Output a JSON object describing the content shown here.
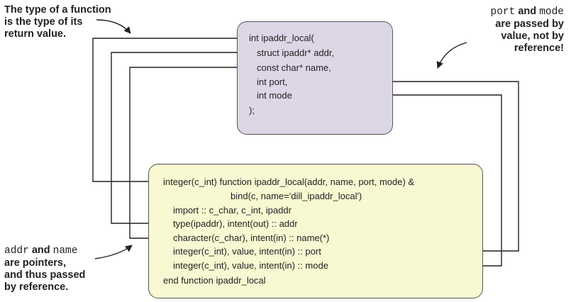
{
  "c_code": {
    "line1": "int ipaddr_local(",
    "line2": "struct ipaddr* addr,",
    "line3": "const char* name,",
    "line4": "int port,",
    "line5": "int mode",
    "line6": ");"
  },
  "fortran_code": {
    "line1": "integer(c_int) function ipaddr_local(addr, name, port, mode) &",
    "line2": "bind(c, name='dill_ipaddr_local')",
    "line3": "import :: c_char, c_int, ipaddr",
    "line4": "type(ipaddr), intent(out) :: addr",
    "line5": "character(c_char), intent(in) :: name(*)",
    "line6": "integer(c_int), value, intent(in) :: port",
    "line7": "integer(c_int), value, intent(in) :: mode",
    "line8": "end function ipaddr_local"
  },
  "notes": {
    "top_left": [
      "The type of a function",
      "is the type of its",
      "return value."
    ],
    "top_right": {
      "mono1": "port",
      "text1": " and ",
      "mono2": "mode",
      "rest": [
        "are passed by",
        "value, not by",
        "reference!"
      ]
    },
    "bottom_left": {
      "mono1": "addr",
      "text1": " and ",
      "mono2": "name",
      "rest": [
        "are pointers,",
        "and thus passed",
        "by reference."
      ]
    }
  },
  "colors": {
    "c_box_fill": "#dcd6e6",
    "fortran_box_fill": "#f8f8d2",
    "line": "#231f20"
  }
}
